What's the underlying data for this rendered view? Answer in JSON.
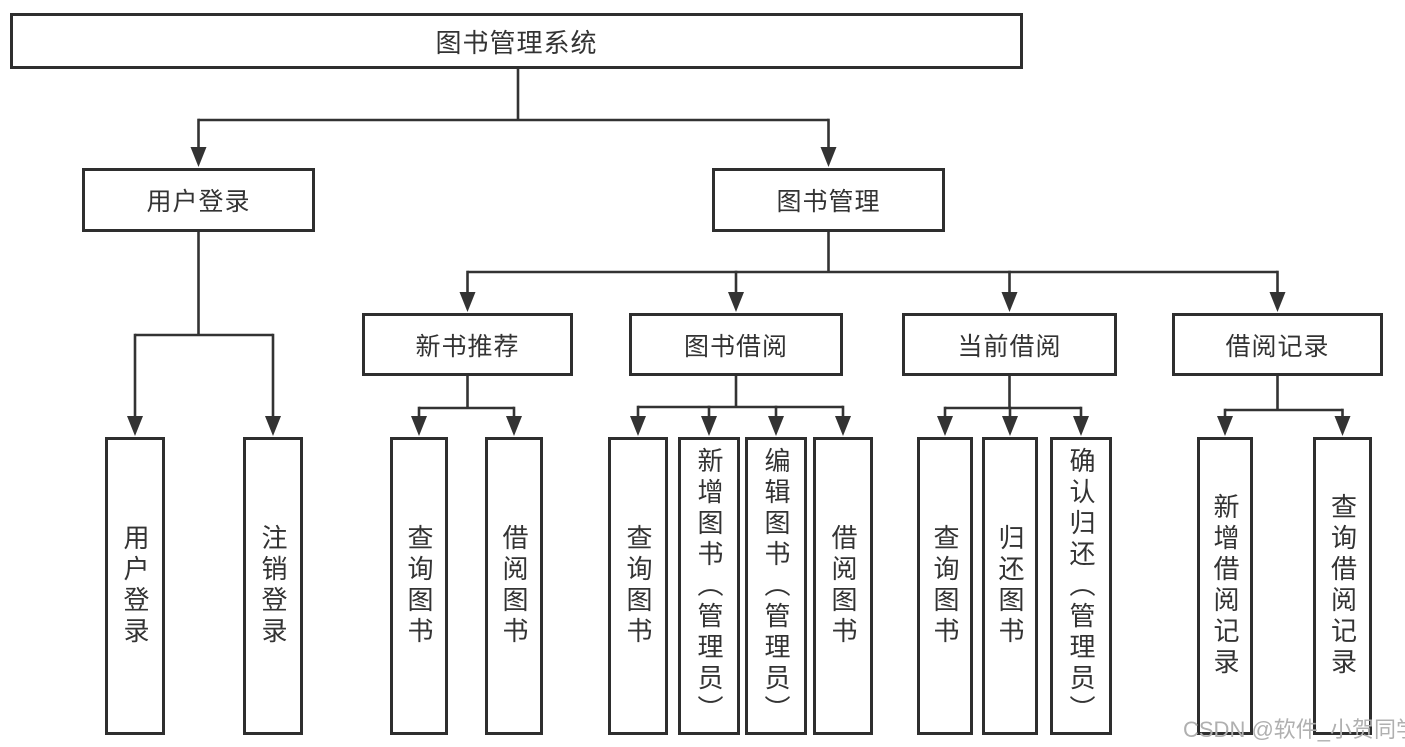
{
  "diagram": {
    "title": "图书管理系统",
    "branches": [
      {
        "label": "用户登录",
        "children": [
          {
            "label": "用户登录"
          },
          {
            "label": "注销登录"
          }
        ]
      },
      {
        "label": "图书管理",
        "children": [
          {
            "label": "新书推荐",
            "children": [
              {
                "label": "查询图书"
              },
              {
                "label": "借阅图书"
              }
            ]
          },
          {
            "label": "图书借阅",
            "children": [
              {
                "label": "查询图书"
              },
              {
                "label": "新增图书（管理员）"
              },
              {
                "label": "编辑图书（管理员）"
              },
              {
                "label": "借阅图书"
              }
            ]
          },
          {
            "label": "当前借阅",
            "children": [
              {
                "label": "查询图书"
              },
              {
                "label": "归还图书"
              },
              {
                "label": "确认归还（管理员）"
              }
            ]
          },
          {
            "label": "借阅记录",
            "children": [
              {
                "label": "新增借阅记录"
              },
              {
                "label": "查询借阅记录"
              }
            ]
          }
        ]
      }
    ]
  },
  "watermark": "CSDN @软件_小贺同学",
  "colors": {
    "line": "#333333",
    "box_border": "#2e2e2e",
    "text": "#333333",
    "watermark": "#b0b0b0",
    "background": "#ffffff"
  }
}
